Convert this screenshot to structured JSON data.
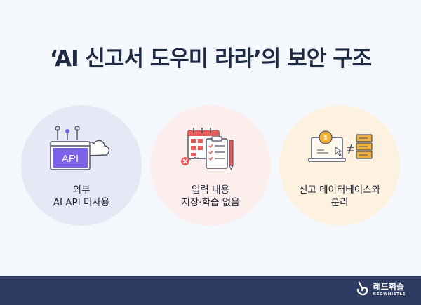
{
  "title": "‘AI 신고서 도우미 라라’의 보안 구조",
  "items": [
    {
      "icon": "api-cloud-icon",
      "line1": "외부",
      "line2": "AI API 미사용",
      "bg": "#e6e9f5"
    },
    {
      "icon": "calendar-checklist-icon",
      "line1": "입력 내용",
      "line2": "저장·학습 없음",
      "bg": "#fdeeee"
    },
    {
      "icon": "laptop-server-icon",
      "line1": "신고 데이터베이스와",
      "line2": "분리",
      "bg": "#fdf1df"
    }
  ],
  "icons": {
    "api_text": "API"
  },
  "brand": {
    "kr": "레드휘슬",
    "en": "REDWHISTLE"
  },
  "colors": {
    "purple": "#7b61e8",
    "red": "#e45b57",
    "orange": "#f0b03a",
    "navy": "#2d3a61"
  }
}
